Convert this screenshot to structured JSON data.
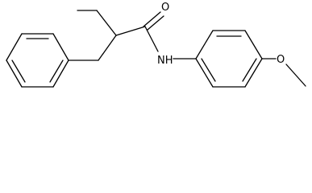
{
  "diagram": {
    "atoms": {
      "oxygen_carbonyl": "O",
      "amide_nh": "NH",
      "oxygen_ether": "O"
    },
    "colors": {
      "bond": "#000000",
      "label": "#000000",
      "background": "#ffffff"
    }
  }
}
